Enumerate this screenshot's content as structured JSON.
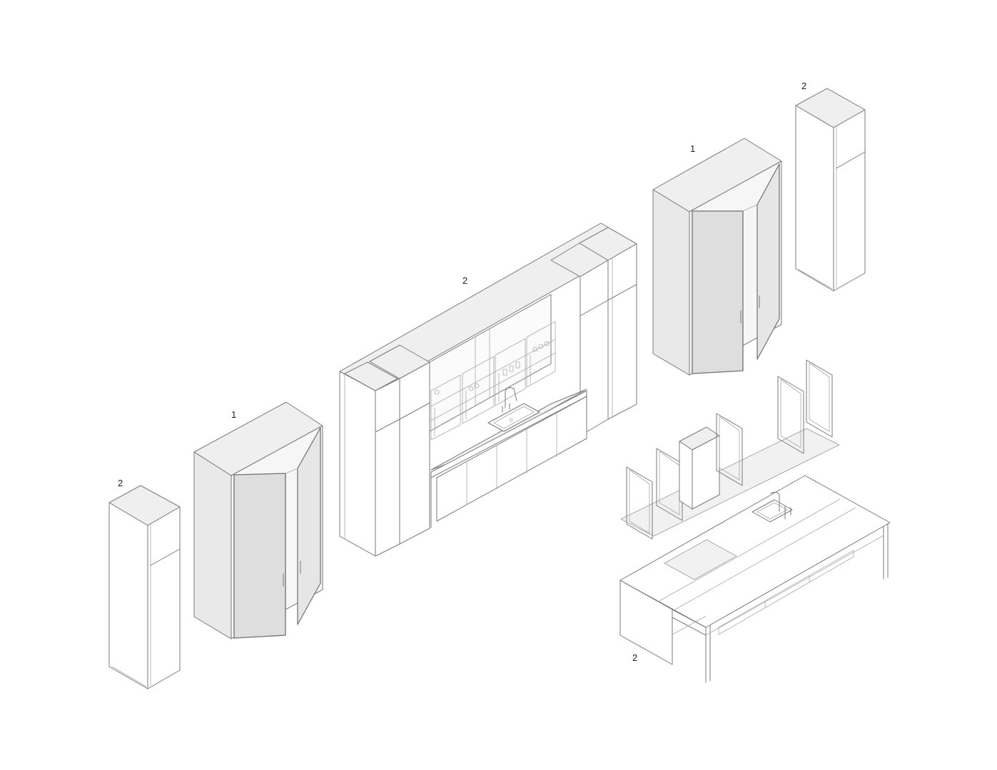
{
  "labels": {
    "left_tall_cabinet": "2",
    "left_glass_wardrobe": "1",
    "main_kitchen_wall": "2",
    "right_glass_wardrobe": "1",
    "right_tall_cabinet": "2",
    "kitchen_island": "2"
  },
  "colors": {
    "line": "#7a7a7a",
    "panel_fill": "#efefef",
    "glass_fill": "#dedede",
    "label_text": "#222222"
  }
}
